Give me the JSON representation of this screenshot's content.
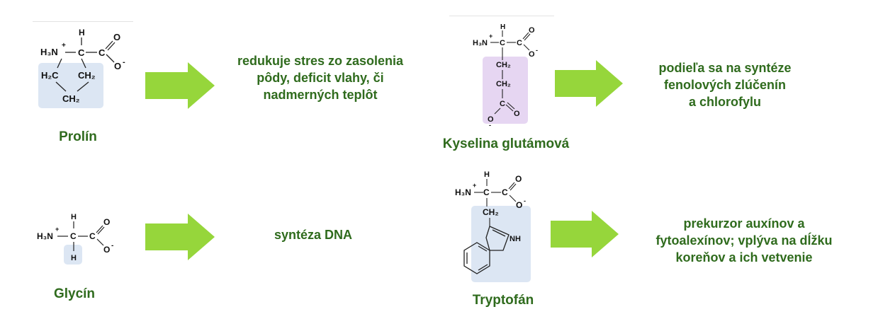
{
  "colors": {
    "arrow": "#96d63b",
    "text": "#2f6b1d",
    "highlight_blue": "#dce6f3",
    "highlight_purple": "#e6d6f2"
  },
  "items": [
    {
      "name": "Prolín",
      "description": "redukuje stres zo zasolenia\npôdy, deficit vlahy, či\nnadmerných teplôt",
      "molecule": {
        "h_top": "H",
        "amine": "H₃N",
        "plus": "+",
        "carbon": "C",
        "carboxyl_c": "C",
        "oxygen": "O",
        "oxygen_minus": "O",
        "minus": "-",
        "ring_left": "H₂C",
        "ring_right": "CH₂",
        "ring_bottom": "CH₂"
      }
    },
    {
      "name": "Kyselina glutámová",
      "description": "podieľa sa na syntéze\nfenolových zlúčenín\na chlorofylu",
      "molecule": {
        "h_top": "H",
        "amine": "H₃N",
        "plus": "+",
        "carbon": "C",
        "carboxyl_c": "C",
        "oxygen": "O",
        "oxygen_minus": "O",
        "minus": "-",
        "ch2_a": "CH₂",
        "ch2_b": "CH₂",
        "side_c": "C",
        "side_o": "O",
        "side_o_minus": "O",
        "side_minus": "-"
      }
    },
    {
      "name": "Glycín",
      "description": "syntéza DNA",
      "molecule": {
        "h_top": "H",
        "amine": "H₃N",
        "plus": "+",
        "carbon": "C",
        "carboxyl_c": "C",
        "oxygen": "O",
        "oxygen_minus": "O",
        "minus": "-",
        "h_bottom": "H"
      }
    },
    {
      "name": "Tryptofán",
      "description": "prekurzor auxínov a\nfytoalexínov; vplýva na dĺžku\nkoreňov a ich vetvenie",
      "molecule": {
        "h_top": "H",
        "amine": "H₃N",
        "plus": "+",
        "carbon": "C",
        "carboxyl_c": "C",
        "oxygen": "O",
        "oxygen_minus": "O",
        "minus": "-",
        "ch2": "CH₂",
        "nh": "NH"
      }
    }
  ]
}
